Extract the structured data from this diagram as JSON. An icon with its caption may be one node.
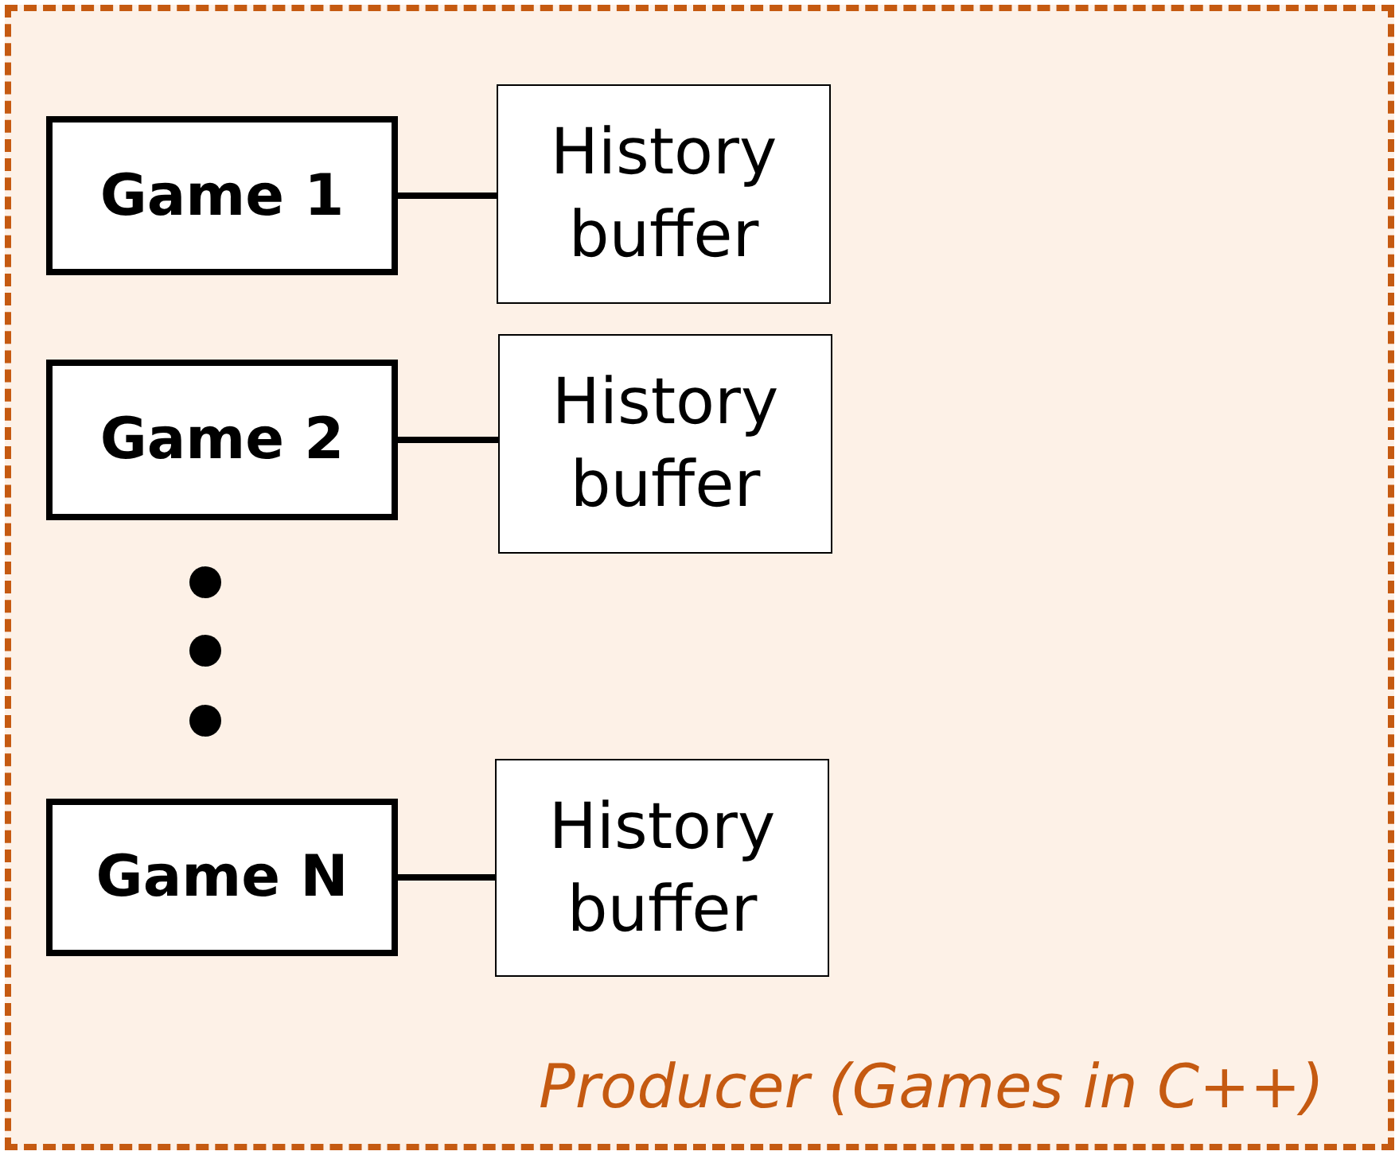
{
  "diagram": {
    "nodes": [
      {
        "text": [
          "Producer (Games in C++)"
        ]
      },
      {
        "text": [
          "Game 1"
        ],
        "in": 0
      },
      {
        "text": [
          "History buffer"
        ],
        "in": 0
      },
      {
        "text": [
          "Game 2"
        ],
        "in": 0
      },
      {
        "text": [
          "History buffer"
        ],
        "in": 0
      },
      {
        "text": [
          "Game N"
        ],
        "in": 0
      },
      {
        "text": [
          "History buffer"
        ],
        "in": 0
      }
    ],
    "edges": [
      {
        "from": 1,
        "to": 2,
        "arrow": "none"
      },
      {
        "from": 3,
        "to": 4,
        "arrow": "none"
      },
      {
        "from": 5,
        "to": 6,
        "arrow": "none"
      }
    ]
  }
}
